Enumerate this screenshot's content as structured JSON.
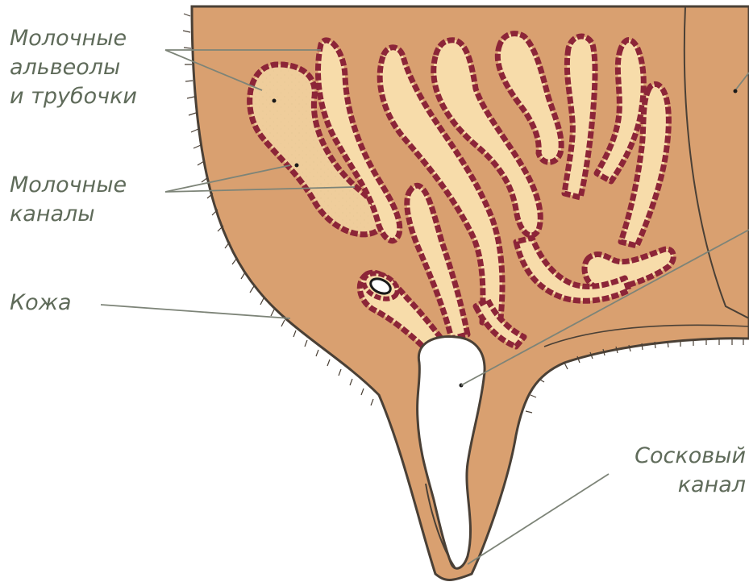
{
  "labels": {
    "alveoli": {
      "line1": "Молочные",
      "line2": "альвеолы",
      "line3": "и трубочки"
    },
    "ducts": {
      "line1": "Молочные",
      "line2": "каналы"
    },
    "skin": {
      "line1": "Кожа"
    },
    "teat_canal": {
      "line1": "Сосковый",
      "line2": "канал"
    }
  },
  "colors": {
    "tissue": "#d9a070",
    "cistern": "#ffffff",
    "lumen": "#f7dcaa",
    "epithelium": "#8c2538",
    "outline": "#4a4036",
    "label_text": "#5f6b5a",
    "leader": "#7d8478"
  }
}
